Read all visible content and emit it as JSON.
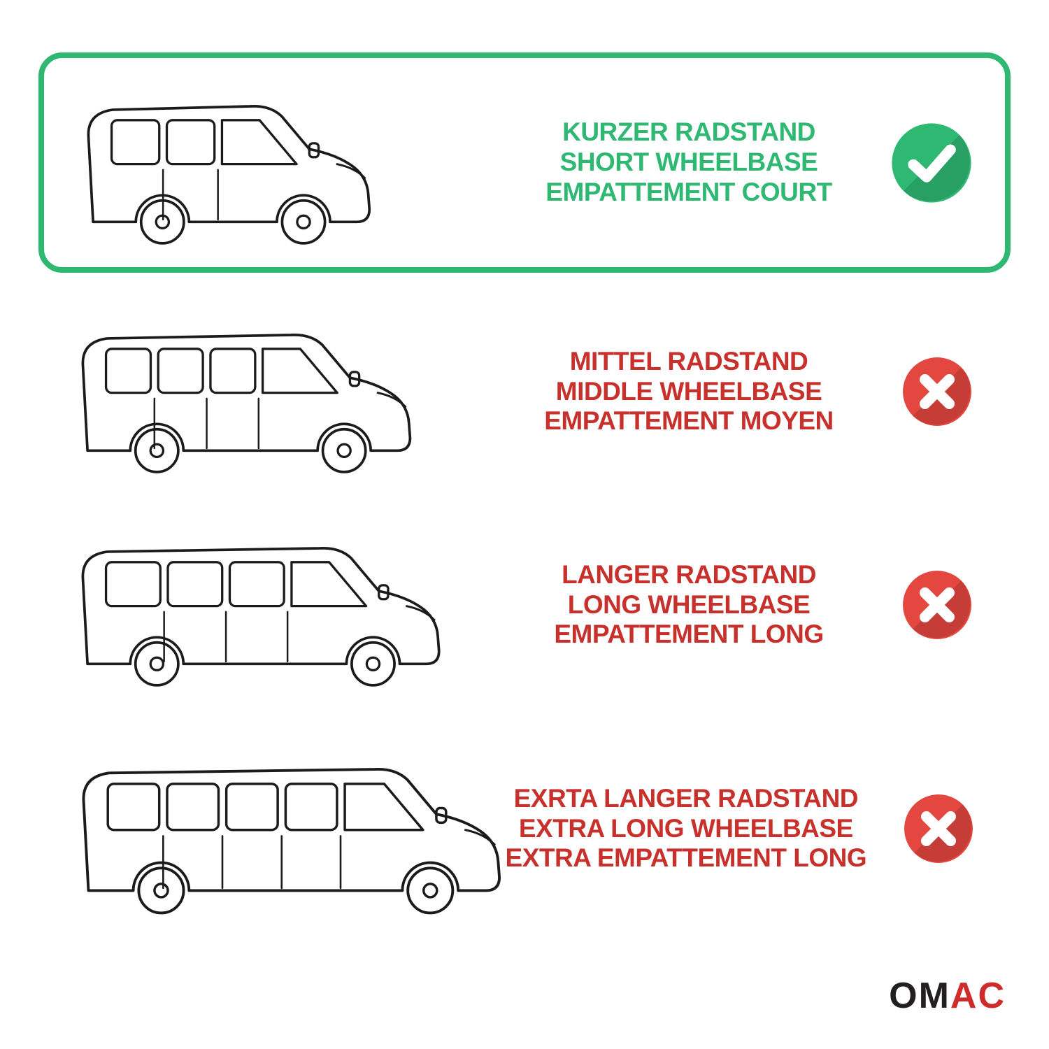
{
  "rows": [
    {
      "id": "short-wheelbase",
      "status": "selected-check",
      "lines": [
        "KURZER RADSTAND",
        "SHORT WHEELBASE",
        "EMPATTEMENT COURT"
      ]
    },
    {
      "id": "middle-wheelbase",
      "status": "rejected-cross",
      "lines": [
        "MITTEL RADSTAND",
        "MIDDLE WHEELBASE",
        "EMPATTEMENT MOYEN"
      ]
    },
    {
      "id": "long-wheelbase",
      "status": "rejected-cross",
      "lines": [
        "LANGER RADSTAND",
        "LONG WHEELBASE",
        "EMPATTEMENT LONG"
      ]
    },
    {
      "id": "extra-long-wheelbase",
      "status": "rejected-cross",
      "lines": [
        "EXRTA LANGER RADSTAND",
        "EXTRA LONG WHEELBASE",
        "EXTRA EMPATTEMENT LONG"
      ]
    }
  ],
  "logo": {
    "black": "OM",
    "red": "AC"
  },
  "colors": {
    "green": "#2EB872",
    "red_text": "#C8302C",
    "red_icon": "#E3473F",
    "logo_black": "#231F20",
    "logo_red": "#CE2B2B",
    "outline": "#1B1B1B"
  }
}
